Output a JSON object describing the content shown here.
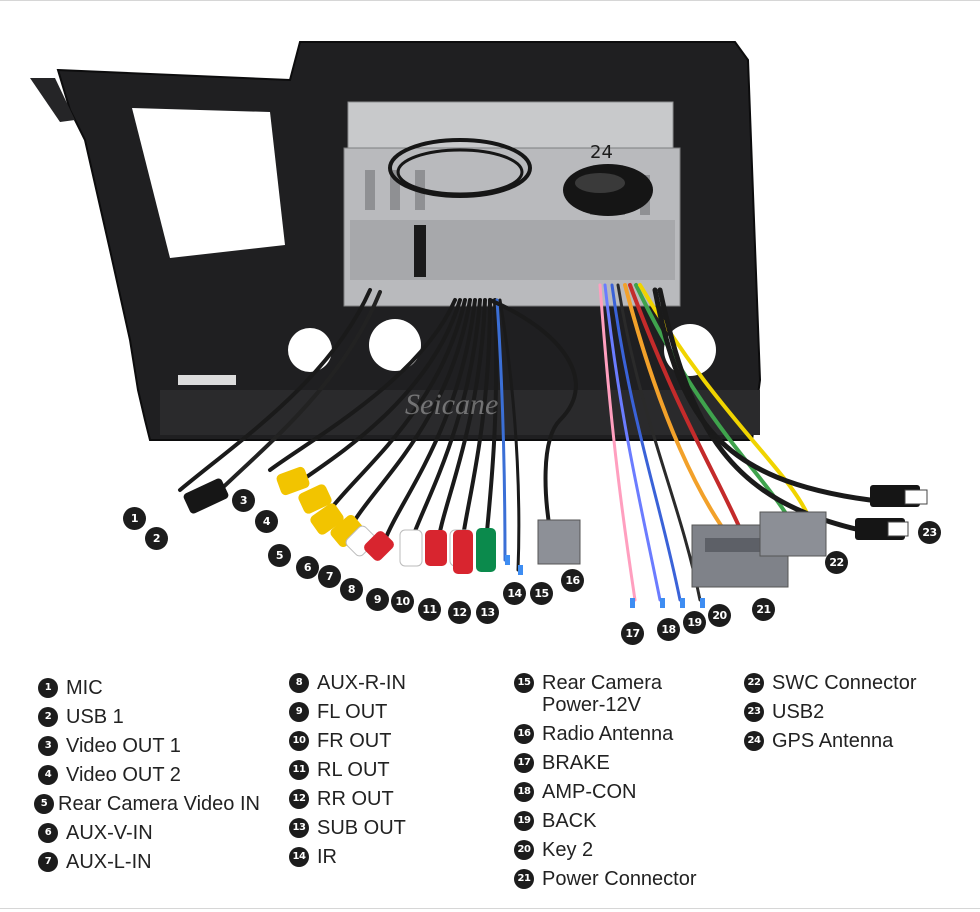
{
  "photo": {
    "watermark": "Seicane",
    "callouts": [
      "1",
      "2",
      "3",
      "4",
      "5",
      "6",
      "7",
      "8",
      "9",
      "10",
      "11",
      "12",
      "13",
      "14",
      "15",
      "16",
      "17",
      "18",
      "19",
      "20",
      "21",
      "22",
      "23",
      "24"
    ]
  },
  "legend": {
    "columns": [
      [
        {
          "num": "1",
          "label": "MIC"
        },
        {
          "num": "2",
          "label": "USB 1"
        },
        {
          "num": "3",
          "label": "Video OUT 1"
        },
        {
          "num": "4",
          "label": "Video OUT 2"
        },
        {
          "num": "5",
          "label": "Rear Camera Video IN"
        },
        {
          "num": "6",
          "label": "AUX-V-IN"
        },
        {
          "num": "7",
          "label": "AUX-L-IN"
        }
      ],
      [
        {
          "num": "8",
          "label": "AUX-R-IN"
        },
        {
          "num": "9",
          "label": "FL OUT"
        },
        {
          "num": "10",
          "label": "FR OUT"
        },
        {
          "num": "11",
          "label": "RL OUT"
        },
        {
          "num": "12",
          "label": "RR OUT"
        },
        {
          "num": "13",
          "label": "SUB OUT"
        },
        {
          "num": "14",
          "label": "IR"
        }
      ],
      [
        {
          "num": "15",
          "label": "Rear Camera\nPower-12V"
        },
        {
          "num": "16",
          "label": "Radio Antenna"
        },
        {
          "num": "17",
          "label": "BRAKE"
        },
        {
          "num": "18",
          "label": "AMP-CON"
        },
        {
          "num": "19",
          "label": "BACK"
        },
        {
          "num": "20",
          "label": "Key 2"
        },
        {
          "num": "21",
          "label": "Power Connector"
        }
      ],
      [
        {
          "num": "22",
          "label": "SWC Connector"
        },
        {
          "num": "23",
          "label": "USB2"
        },
        {
          "num": "24",
          "label": "GPS Antenna"
        }
      ]
    ]
  }
}
